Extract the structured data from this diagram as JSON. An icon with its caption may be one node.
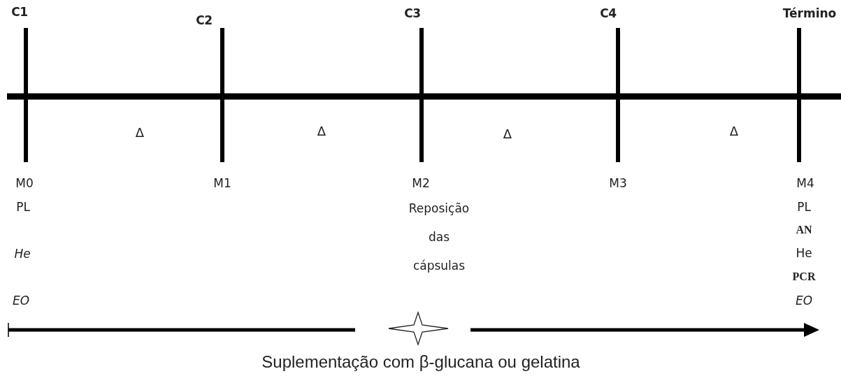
{
  "diagram": {
    "labels": [
      "C1",
      "C2",
      "C3",
      "C4",
      "Término",
      "Δ",
      "Δ",
      "Δ",
      "Δ",
      "M0",
      "M1",
      "M2",
      "M3",
      "M4",
      "PL",
      "Reposição das cápsulas",
      "PL",
      "AN",
      "He",
      "He",
      "PCR",
      "EO",
      "EO",
      "Suplementação com β-glucana ou gelatina"
    ]
  }
}
